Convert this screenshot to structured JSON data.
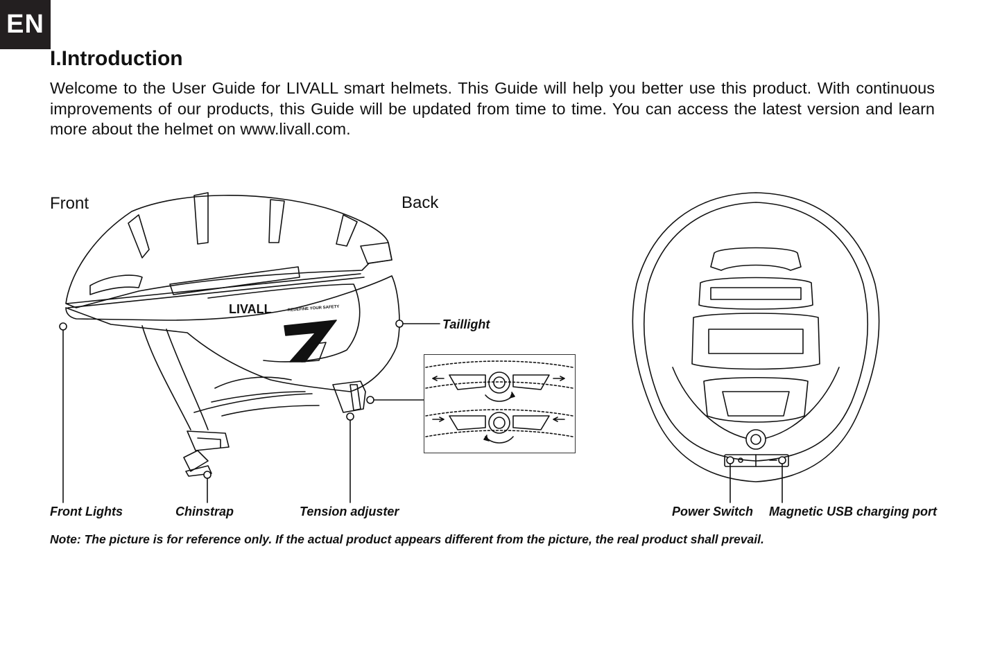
{
  "language_badge": "EN",
  "section_title": "I.Introduction",
  "intro_text": "Welcome to the User Guide for LIVALL smart helmets. This Guide will help you better use this product. With continuous improvements of our products, this Guide will be updated from time to time. You can access the latest version and learn more about the helmet on www.livall.com.",
  "views": {
    "front": "Front",
    "back": "Back"
  },
  "helmet_branding": {
    "logo": "LIVALL",
    "tagline": "REDEFINE YOUR SAFETY"
  },
  "callouts": {
    "taillight": "Taillight",
    "front_lights": "Front Lights",
    "chinstrap": "Chinstrap",
    "tension_adjuster": "Tension adjuster",
    "power_switch": "Power Switch",
    "magnetic_usb": "Magnetic USB charging port"
  },
  "note": "Note:  The picture is for reference only. If the actual product appears different from the picture, the real product shall prevail."
}
